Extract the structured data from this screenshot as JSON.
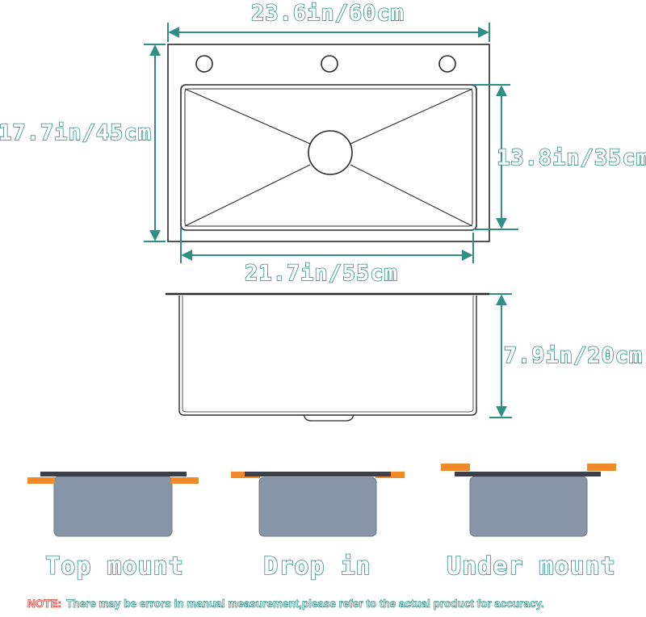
{
  "colors": {
    "dimension_teal": "#2f8f86",
    "sink_outline": "#2a2a2a",
    "basin_gray": "#8796a6",
    "countertop_orange": "#f08a2a",
    "rim_dark": "#3a3f4a",
    "note_red": "#e0322b"
  },
  "dimensions": {
    "top_width": "23.6in/60cm",
    "left_height": "17.7in/45cm",
    "basin_height": "13.8in/35cm",
    "basin_width": "21.7in/55cm",
    "depth": "7.9in/20cm"
  },
  "mount_types": {
    "top": "Top mount",
    "drop": "Drop in",
    "under": "Under mount"
  },
  "note": {
    "label": "NOTE:",
    "text": "There may be errors in manual measurement,please refer to the actual product for accuracy."
  }
}
